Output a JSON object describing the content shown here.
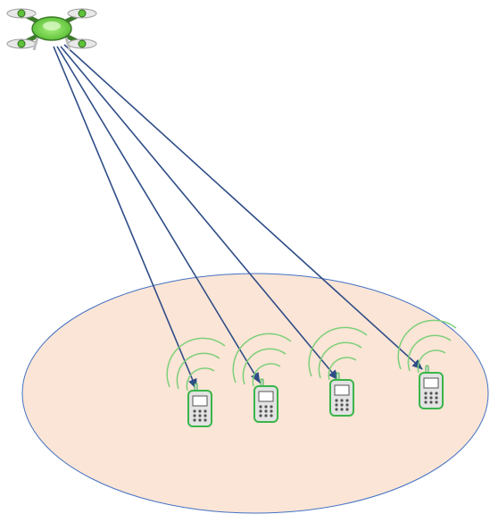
{
  "diagram": {
    "nodes": [
      {
        "id": "uav",
        "icon": "drone-icon"
      },
      {
        "id": "ue1",
        "icon": "mobile-phone-icon"
      },
      {
        "id": "ue2",
        "icon": "mobile-phone-icon"
      },
      {
        "id": "ue3",
        "icon": "mobile-phone-icon"
      },
      {
        "id": "ue4",
        "icon": "mobile-phone-icon"
      }
    ],
    "links": [
      {
        "from": "uav",
        "to": "ue1",
        "style": "arrow"
      },
      {
        "from": "uav",
        "to": "ue2",
        "style": "arrow"
      },
      {
        "from": "uav",
        "to": "ue3",
        "style": "arrow"
      },
      {
        "from": "uav",
        "to": "ue4",
        "style": "arrow"
      }
    ],
    "colors": {
      "coverage_fill": "#fbe5d6",
      "coverage_border": "#4472c4",
      "link_line": "#2f4d87",
      "drone_body": "#7ed957",
      "phone_outline": "#3bb54a",
      "signal_waves": "#7ccf7a"
    }
  }
}
